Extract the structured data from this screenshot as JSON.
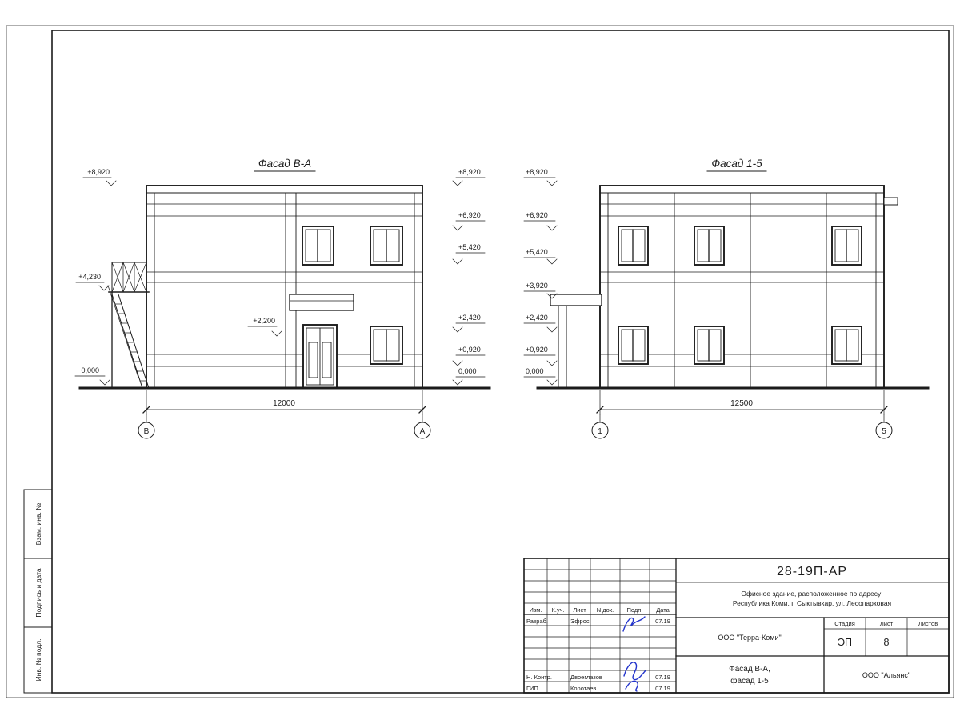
{
  "frame": {
    "side_labels": [
      "Взам. инв. №",
      "Подпись и дата",
      "Инв. № подл."
    ]
  },
  "facade_ba": {
    "title": "Фасад В-А",
    "marks_left": [
      "+8,920",
      "+4,230",
      "0,000"
    ],
    "mark_canopy": "+2,200",
    "marks_right": [
      "+8,920",
      "+6,920",
      "+5,420",
      "+2,420",
      "+0,920",
      "0,000"
    ],
    "dimension": "12000",
    "axis_left": "В",
    "axis_right": "А"
  },
  "facade_15": {
    "title": "Фасад 1-5",
    "marks_left": [
      "+8,920",
      "+6,920",
      "+5,420",
      "+3,920",
      "+2,420",
      "+0,920",
      "0,000"
    ],
    "dimension": "12500",
    "axis_left": "1",
    "axis_right": "5"
  },
  "titleblock": {
    "doc_number": "28-19П-АР",
    "description_line1": "Офисное здание, расположенное по адресу:",
    "description_line2": "Республика Коми, г. Сыктывкар, ул. Лесопарковая",
    "client": "ООО \"Терра-Коми\"",
    "stage_label": "Стадия",
    "sheet_label": "Лист",
    "sheets_label": "Листов",
    "stage": "ЭП",
    "sheet_number": "8",
    "title_line1": "Фасад В-А,",
    "title_line2": "фасад 1-5",
    "contractor": "ООО \"Альянс\"",
    "columns": {
      "izm": "Изм.",
      "kuch": "К.уч.",
      "list": "Лист",
      "ndok": "N док.",
      "podp": "Подп.",
      "data": "Дата"
    },
    "rows": {
      "razrab_role": "Разраб.",
      "razrab_name": "Эфрос",
      "razrab_date": "07.19",
      "nkontr_role": "Н. Контр.",
      "nkontr_name": "Двоеглазов",
      "nkontr_date": "07.19",
      "gip_role": "ГИП",
      "gip_name": "Коротаев",
      "gip_date": "07.19"
    }
  }
}
